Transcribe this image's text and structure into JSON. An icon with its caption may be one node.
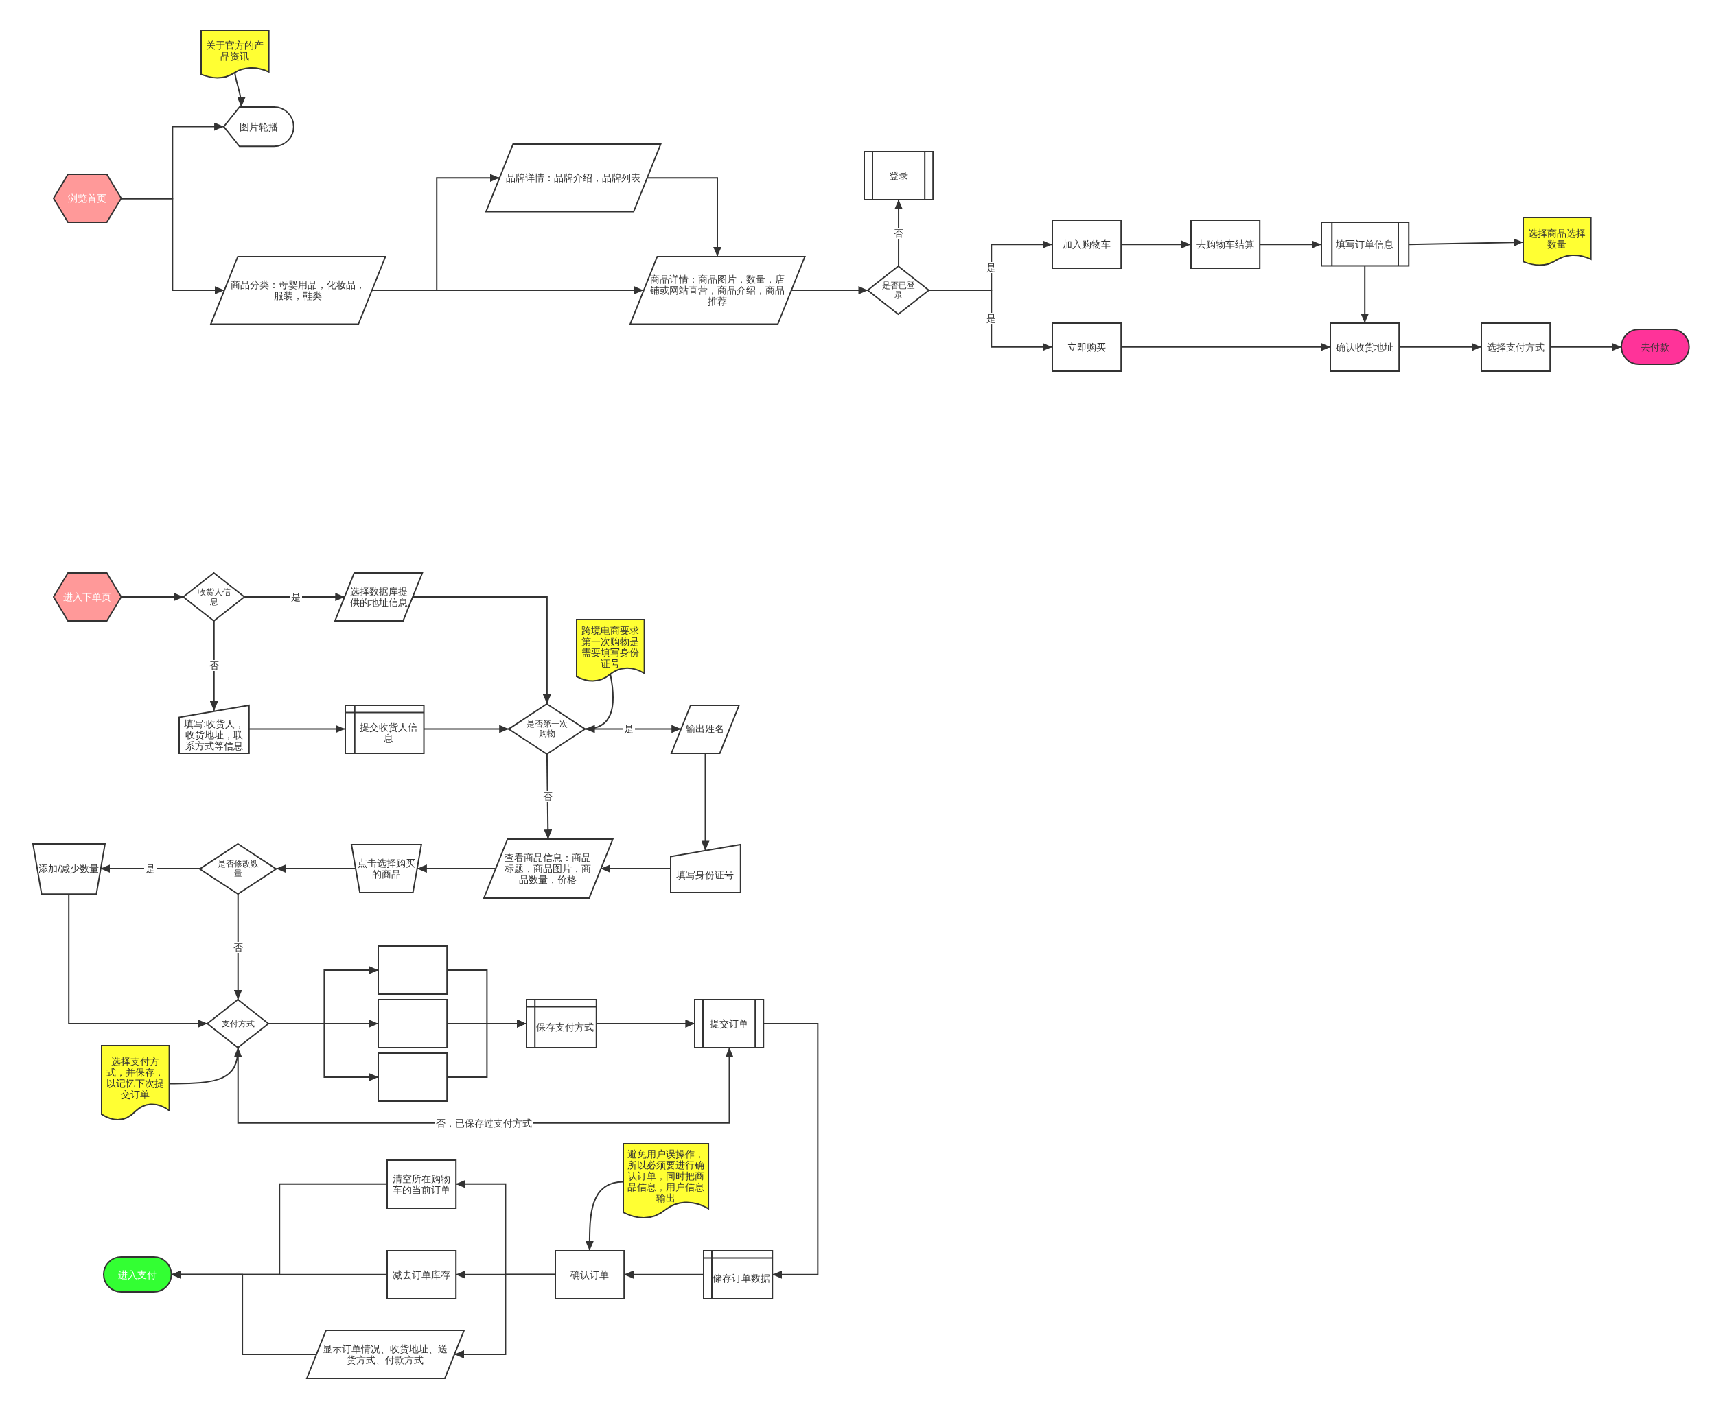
{
  "diagram": {
    "nodes": [
      {
        "text": [
          "浏览首页"
        ]
      },
      {
        "text": [
          "关于官方的产品资讯"
        ]
      },
      {
        "text": [
          "图片轮播"
        ]
      },
      {
        "text": [
          "商品分类：母婴用品，化妆品，服装，鞋类"
        ]
      },
      {
        "text": [
          "品牌详情：品牌介绍，品牌列表"
        ]
      },
      {
        "text": [
          "商品详情：商品图片，数量，店铺或网站直营，商品介绍，商品推荐"
        ]
      },
      {
        "text": [
          "是否已登录"
        ]
      },
      {
        "text": [
          "登录"
        ]
      },
      {
        "text": [
          "加入购物车"
        ]
      },
      {
        "text": [
          "去购物车结算"
        ]
      },
      {
        "text": [
          "填写订单信息"
        ]
      },
      {
        "text": [
          "选择商品选择数量"
        ]
      },
      {
        "text": [
          "立即购买"
        ]
      },
      {
        "text": [
          "确认收货地址"
        ]
      },
      {
        "text": [
          "选择支付方式"
        ]
      },
      {
        "text": [
          "去付款"
        ]
      },
      {
        "text": [
          "进入下单页"
        ]
      },
      {
        "text": [
          "收货人信息"
        ]
      },
      {
        "text": [
          "选择数据库提供的地址信息"
        ]
      },
      {
        "text": [
          "填写:收货人，收货地址，联系方式等信息"
        ]
      },
      {
        "text": [
          "提交收货人信息"
        ]
      },
      {
        "text": [
          "是否第一次购物"
        ]
      },
      {
        "text": [
          "跨境电商要求第一次购物是需要填写身份证号"
        ]
      },
      {
        "text": [
          "输出姓名"
        ]
      },
      {
        "text": [
          "查看商品信息：商品标题，商品图片，商品数量，价格"
        ]
      },
      {
        "text": [
          "填写身份证号"
        ]
      },
      {
        "text": [
          "点击选择购买的商品"
        ]
      },
      {
        "text": [
          "是否修改数量"
        ]
      },
      {
        "text": [
          "添加/减少数量"
        ]
      },
      {
        "text": [
          "支付方式"
        ]
      },
      {
        "text": [],
        "shape": "box"
      },
      {
        "text": [],
        "shape": "box"
      },
      {
        "text": [],
        "shape": "box"
      },
      {
        "text": [
          "保存支付方式"
        ]
      },
      {
        "text": [
          "提交订单"
        ]
      },
      {
        "text": [
          "选择支付方式，并保存，以记忆下次提交订单"
        ]
      },
      {
        "text": [
          "储存订单数据"
        ]
      },
      {
        "text": [
          "确认订单"
        ]
      },
      {
        "text": [
          "避免用户误操作，所以必须要进行确认订单，同时把商品信息，用户信息输出"
        ]
      },
      {
        "text": [
          "清空所在购物车的当前订单"
        ]
      },
      {
        "text": [
          "减去订单库存"
        ]
      },
      {
        "text": [
          "显示订单情况、收货地址、送货方式、付款方式"
        ]
      },
      {
        "text": [
          "进入支付"
        ]
      }
    ],
    "edges": [
      {
        "from": 0,
        "to": 2,
        "arrow": "to"
      },
      {
        "from": 0,
        "to": 3,
        "arrow": "to"
      },
      {
        "from": 1,
        "to": 2,
        "arrow": "to"
      },
      {
        "from": 3,
        "to": 4,
        "arrow": "to"
      },
      {
        "from": 3,
        "to": 5,
        "arrow": "to"
      },
      {
        "from": 4,
        "to": 5,
        "arrow": "to"
      },
      {
        "from": 5,
        "to": 6,
        "arrow": "to"
      },
      {
        "from": 6,
        "to": 7,
        "arrow": "to",
        "label": "否"
      },
      {
        "from": 6,
        "to": 8,
        "arrow": "to",
        "label": "是"
      },
      {
        "from": 6,
        "to": 12,
        "arrow": "to",
        "label": "是"
      },
      {
        "from": 8,
        "to": 9,
        "arrow": "to"
      },
      {
        "from": 9,
        "to": 10,
        "arrow": "to"
      },
      {
        "from": 10,
        "to": 11,
        "arrow": "to"
      },
      {
        "from": 10,
        "to": 13,
        "arrow": "to"
      },
      {
        "from": 12,
        "to": 13,
        "arrow": "to"
      },
      {
        "from": 13,
        "to": 14,
        "arrow": "to"
      },
      {
        "from": 14,
        "to": 15,
        "arrow": "to"
      },
      {
        "from": 16,
        "to": 17,
        "arrow": "to"
      },
      {
        "from": 17,
        "to": 18,
        "arrow": "to",
        "label": "是"
      },
      {
        "from": 17,
        "to": 19,
        "arrow": "to",
        "label": "否"
      },
      {
        "from": 18,
        "to": 21,
        "arrow": "to"
      },
      {
        "from": 19,
        "to": 20,
        "arrow": "to"
      },
      {
        "from": 20,
        "to": 21,
        "arrow": "to"
      },
      {
        "from": 22,
        "to": 21,
        "arrow": "to"
      },
      {
        "from": 21,
        "to": 23,
        "arrow": "to",
        "label": "是"
      },
      {
        "from": 21,
        "to": 24,
        "arrow": "to",
        "label": "否"
      },
      {
        "from": 23,
        "to": 25,
        "arrow": "to"
      },
      {
        "from": 25,
        "to": 24,
        "arrow": "to"
      },
      {
        "from": 24,
        "to": 26,
        "arrow": "to"
      },
      {
        "from": 26,
        "to": 27,
        "arrow": "to"
      },
      {
        "from": 27,
        "to": 28,
        "arrow": "to",
        "label": "是"
      },
      {
        "from": 27,
        "to": 29,
        "arrow": "to",
        "label": "否"
      },
      {
        "from": 28,
        "to": 29,
        "arrow": "to"
      },
      {
        "from": 35,
        "to": 29,
        "arrow": "to"
      },
      {
        "from": 29,
        "to": 30,
        "arrow": "to"
      },
      {
        "from": 29,
        "to": 31,
        "arrow": "to"
      },
      {
        "from": 29,
        "to": 32,
        "arrow": "to"
      },
      {
        "from": 30,
        "to": 33,
        "arrow": "to"
      },
      {
        "from": 31,
        "to": 33,
        "arrow": "to"
      },
      {
        "from": 32,
        "to": 33,
        "arrow": "to"
      },
      {
        "from": 33,
        "to": 34,
        "arrow": "to"
      },
      {
        "from": 29,
        "to": 34,
        "arrow": "to",
        "label": "否，已保存过支付方式"
      },
      {
        "from": 34,
        "to": 36,
        "arrow": "to"
      },
      {
        "from": 36,
        "to": 37,
        "arrow": "to"
      },
      {
        "from": 38,
        "to": 37,
        "arrow": "to"
      },
      {
        "from": 37,
        "to": 39,
        "arrow": "to"
      },
      {
        "from": 37,
        "to": 40,
        "arrow": "to"
      },
      {
        "from": 37,
        "to": 41,
        "arrow": "to"
      },
      {
        "from": 39,
        "to": 42,
        "arrow": "to"
      },
      {
        "from": 40,
        "to": 42,
        "arrow": "to"
      },
      {
        "from": 41,
        "to": 42,
        "arrow": "to"
      }
    ]
  }
}
